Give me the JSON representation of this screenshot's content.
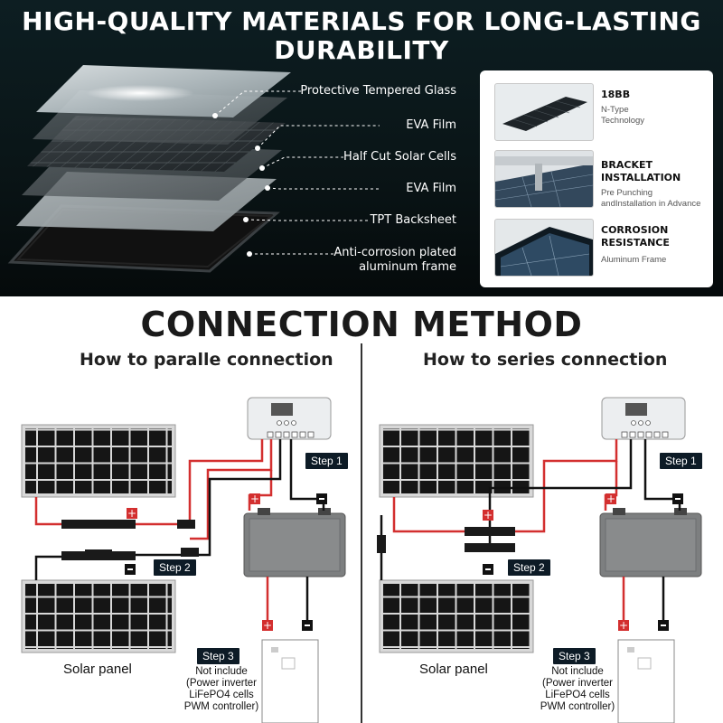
{
  "header": {
    "title_line1": "HIGH-QUALITY MATERIALS FOR LONG-LASTING",
    "title_line2": "DURABILITY"
  },
  "layers": [
    {
      "label": "Protective Tempered Glass"
    },
    {
      "label": "EVA Film"
    },
    {
      "label": "Half Cut Solar Cells"
    },
    {
      "label": "EVA Film"
    },
    {
      "label": "TPT Backsheet"
    },
    {
      "label_line1": "Anti-corrosion plated",
      "label_line2": "aluminum frame"
    }
  ],
  "features": [
    {
      "title": "18BB",
      "sub_line1": "N-Type",
      "sub_line2": "Technology"
    },
    {
      "title_line1": "BRACKET",
      "title_line2": "INSTALLATION",
      "sub_line1": "Pre Punching",
      "sub_line2": "andInstallation in Advance"
    },
    {
      "title_line1": "CORROSION",
      "title_line2": "RESISTANCE",
      "sub_line1": "Aluminum Frame"
    }
  ],
  "connection": {
    "title": "CONNECTION METHOD",
    "parallel": {
      "title": "How to paralle connection",
      "step1": "Step 1",
      "step2": "Step 2",
      "step3": "Step 3",
      "panel_label": "Solar panel",
      "note_lines": [
        "Not include",
        "(Power inverter",
        "LiFePO4 cells",
        "PWM controller)"
      ]
    },
    "series": {
      "title": "How to series connection",
      "step1": "Step 1",
      "step2": "Step 2",
      "step3": "Step 3",
      "panel_label": "Solar panel",
      "note_lines": [
        "Not include",
        "(Power inverter",
        "LiFePO4 cells",
        "PWM controller)"
      ]
    }
  },
  "colors": {
    "positive_wire": "#d32f2f",
    "negative_wire": "#111111",
    "step_badge": "#0d1b26"
  }
}
